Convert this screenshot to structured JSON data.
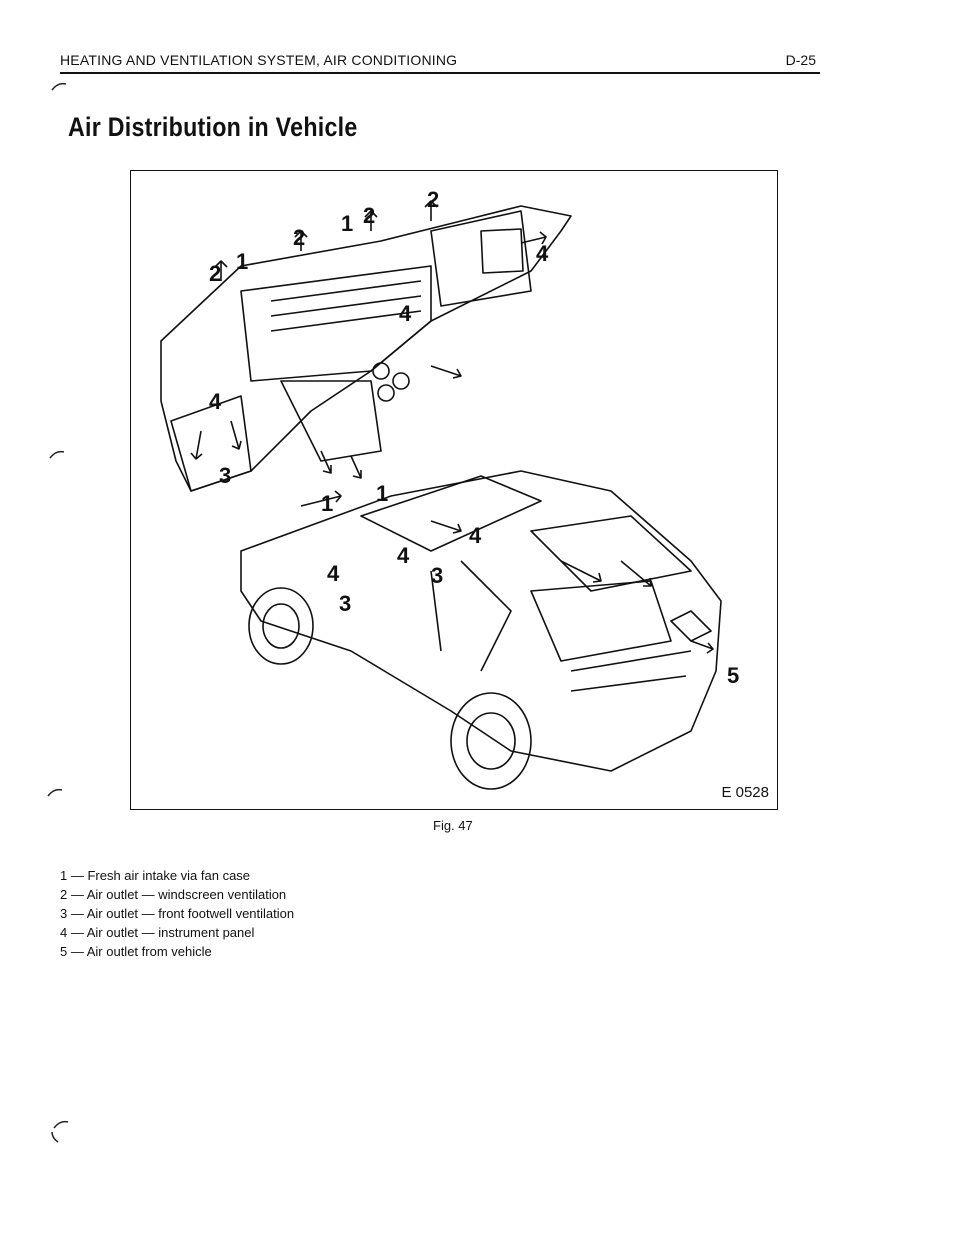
{
  "header": {
    "section": "HEATING AND VENTILATION SYSTEM, AIR CONDITIONING",
    "page": "D-25"
  },
  "title": "Air Distribution in Vehicle",
  "figure": {
    "code": "E 0528",
    "caption": "Fig. 47",
    "callouts": [
      "1",
      "2",
      "3",
      "4",
      "5"
    ]
  },
  "legend": [
    "1 — Fresh air intake via fan case",
    "2 — Air outlet — windscreen ventilation",
    "3 — Air outlet — front footwell ventilation",
    "4 — Air outlet — instrument panel",
    "5 — Air outlet from vehicle"
  ]
}
